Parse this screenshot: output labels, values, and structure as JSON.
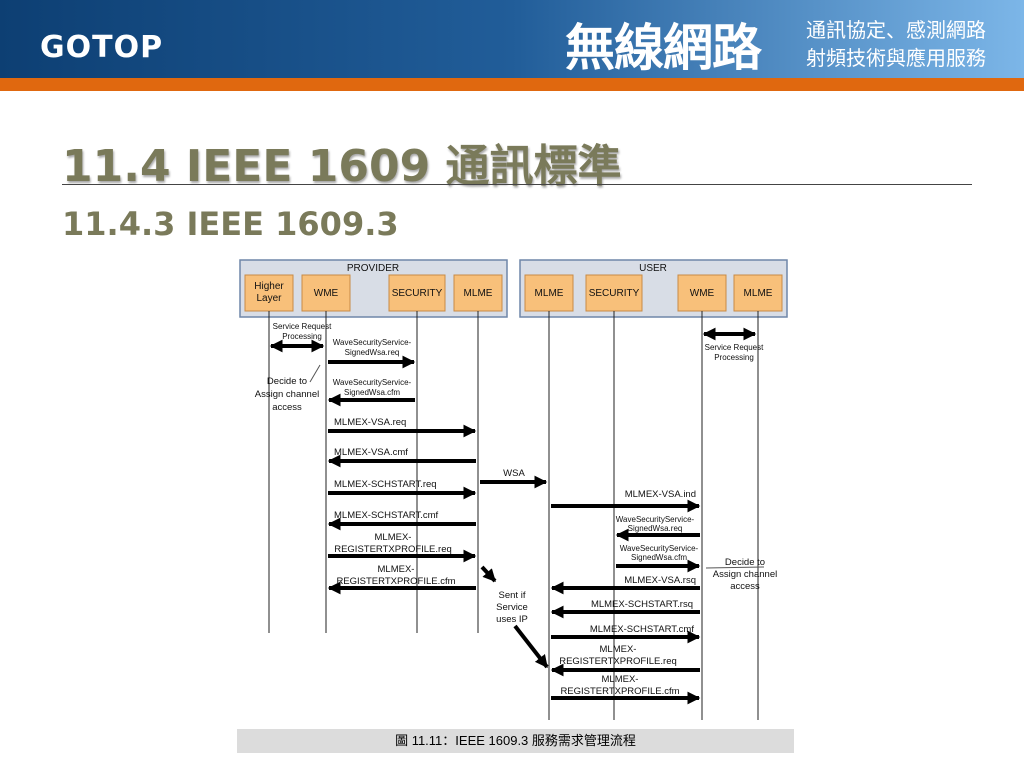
{
  "header": {
    "logo": "GOTOP",
    "main_title": "無線網路",
    "subtitle_line1": "通訊協定、感測網路",
    "subtitle_line2": "射頻技術與應用服務"
  },
  "slide": {
    "title": "11.4 IEEE 1609 通訊標準",
    "subtitle": "11.4.3 IEEE 1609.3"
  },
  "diagram": {
    "provider_label": "PROVIDER",
    "user_label": "USER",
    "provider_entities": {
      "higher_line1": "Higher",
      "higher_line2": "Layer",
      "wme": "WME",
      "security": "SECURITY",
      "mlme": "MLME"
    },
    "user_entities": {
      "mlme_left": "MLME",
      "security": "SECURITY",
      "wme": "WME",
      "mlme_right": "MLME"
    },
    "messages": {
      "p_srp_1": "Service Request",
      "p_srp_2": "Processing",
      "p_ws_req_1": "WaveSecurityService-",
      "p_ws_req_2": "SignedWsa.req",
      "p_ws_cfm_1": "WaveSecurityService-",
      "p_ws_cfm_2": "SignedWsa.cfm",
      "p_vsa_req": "MLMEX-VSA.req",
      "p_vsa_cmf": "MLMEX-VSA.cmf",
      "p_sch_req": "MLMEX-SCHSTART.req",
      "p_sch_cmf": "MLMEX-SCHSTART.cmf",
      "p_reg_req_1": "MLMEX-",
      "p_reg_req_2": "REGISTERTXPROFILE.req",
      "p_reg_cfm_1": "MLMEX-",
      "p_reg_cfm_2": "REGISTERTXPROFILE.cfm",
      "wsa": "WSA",
      "u_vsa_ind": "MLMEX-VSA.ind",
      "u_ws_req_1": "WaveSecurityService-",
      "u_ws_req_2": "SignedWsa.req",
      "u_ws_cfm_1": "WaveSecurityService-",
      "u_ws_cfm_2": "SignedWsa.cfm",
      "u_vsa_rsq": "MLMEX-VSA.rsq",
      "u_sch_rsq": "MLMEX-SCHSTART.rsq",
      "u_sch_cmf": "MLMEX-SCHSTART.cmf",
      "u_reg_req_1": "MLMEX-",
      "u_reg_req_2": "REGISTERTXPROFILE.req",
      "u_reg_cfm_1": "MLMEX-",
      "u_reg_cfm_2": "REGISTERTXPROFILE.cfm",
      "u_srp_1": "Service Request",
      "u_srp_2": "Processing"
    },
    "notes": {
      "p_decide_1": "Decide to",
      "p_decide_2": "Assign channel",
      "p_decide_3": "access",
      "u_decide_1": "Decide to",
      "u_decide_2": "Assign channel",
      "u_decide_3": "access",
      "sent_1": "Sent if",
      "sent_2": "Service",
      "sent_3": "uses IP"
    },
    "caption": "圖 11.11：IEEE 1609.3 服務需求管理流程"
  }
}
